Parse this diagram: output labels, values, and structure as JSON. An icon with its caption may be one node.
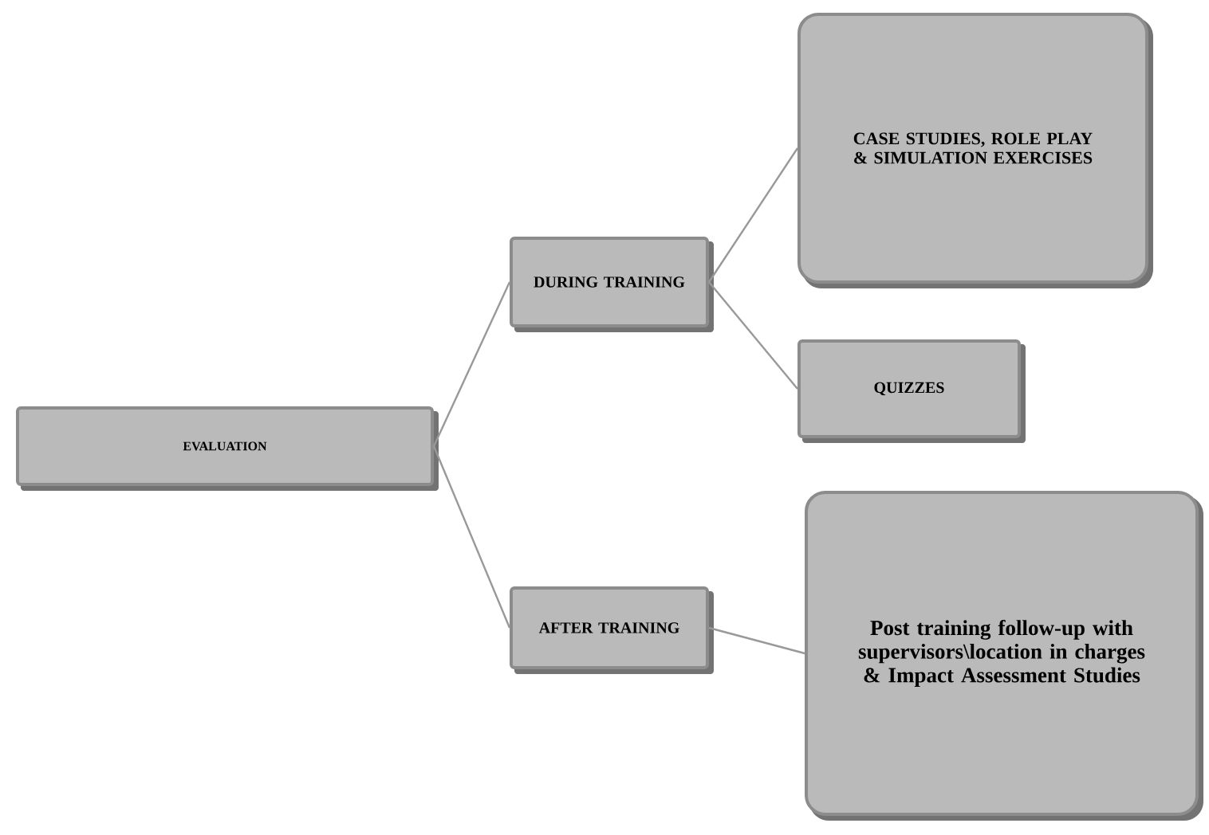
{
  "diagram": {
    "nodes": [
      {
        "text": [
          "EVALUATION"
        ]
      },
      {
        "text": [
          "DURING TRAINING"
        ]
      },
      {
        "text": [
          "CASE STUDIES, ROLE PLAY & SIMULATION EXERCISES"
        ]
      },
      {
        "text": [
          "QUIZZES"
        ]
      },
      {
        "text": [
          "AFTER TRAINING"
        ]
      },
      {
        "text": [
          "Post training follow-up with supervisors\\location in charges & Impact Assessment Studies"
        ]
      }
    ],
    "edges": [
      {
        "from": 0,
        "to": 1,
        "arrow": "none"
      },
      {
        "from": 0,
        "to": 4,
        "arrow": "none"
      },
      {
        "from": 1,
        "to": 2,
        "arrow": "none"
      },
      {
        "from": 1,
        "to": 3,
        "arrow": "none"
      },
      {
        "from": 4,
        "to": 5,
        "arrow": "none"
      }
    ]
  }
}
